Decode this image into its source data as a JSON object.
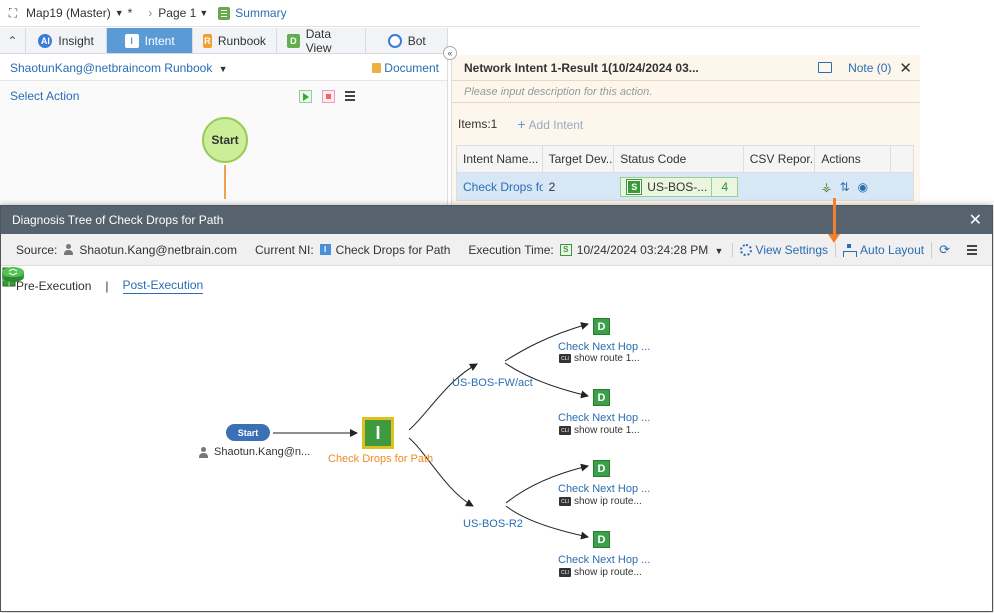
{
  "topbar": {
    "map_label": "Map19 (Master)",
    "modified_mark": "*",
    "page_label": "Page 1",
    "summary_label": "Summary"
  },
  "tabs": [
    {
      "label": "Insight"
    },
    {
      "label": "Intent"
    },
    {
      "label": "Runbook"
    },
    {
      "label": "Data View"
    },
    {
      "label": "Bot"
    }
  ],
  "runbook": {
    "title": "ShaotunKang@netbraincom Runbook",
    "document_label": "Document",
    "select_action_label": "Select Action",
    "start_label": "Start"
  },
  "result_panel": {
    "title": "Network Intent 1-Result 1(10/24/2024 03...",
    "note_label": "Note (0)",
    "description_placeholder": "Please input description for this action.",
    "items_label": "Items:1",
    "add_intent_label": "Add Intent",
    "columns": [
      "Intent Name...",
      "Target Dev...",
      "Status Code",
      "CSV Repor...",
      "Actions"
    ],
    "row": {
      "intent_name": "Check Drops fo",
      "target_devices": "2",
      "status_text": "US-BOS-...",
      "status_count": "4"
    }
  },
  "dialog": {
    "title": "Diagnosis Tree of Check Drops for Path",
    "source_label": "Source:",
    "source_user": "Shaotun.Kang@netbrain.com",
    "current_ni_label": "Current NI:",
    "current_ni_value": "Check Drops for Path",
    "execution_time_label": "Execution Time:",
    "execution_time_value": "10/24/2024 03:24:28 PM",
    "view_settings_label": "View Settings",
    "auto_layout_label": "Auto Layout",
    "tab_pre": "Pre-Execution",
    "tab_sep": "|",
    "tab_post": "Post-Execution"
  },
  "tree": {
    "start_label": "Start",
    "start_user": "Shaotun.Kang@n...",
    "intent_label": "Check Drops for Path",
    "fw_label": "US-BOS-FW/act",
    "r2_label": "US-BOS-R2",
    "leaves": [
      {
        "title": "Check Next Hop ...",
        "cmd": "show route 1..."
      },
      {
        "title": "Check Next Hop ...",
        "cmd": "show route 1..."
      },
      {
        "title": "Check Next Hop ...",
        "cmd": "show ip route..."
      },
      {
        "title": "Check Next Hop ...",
        "cmd": "show ip route..."
      }
    ],
    "colors": {
      "start": "#3b6fb6",
      "intent_label": "#f08a24",
      "link": "#2a6db3",
      "leaf": "#3aa04a"
    }
  }
}
